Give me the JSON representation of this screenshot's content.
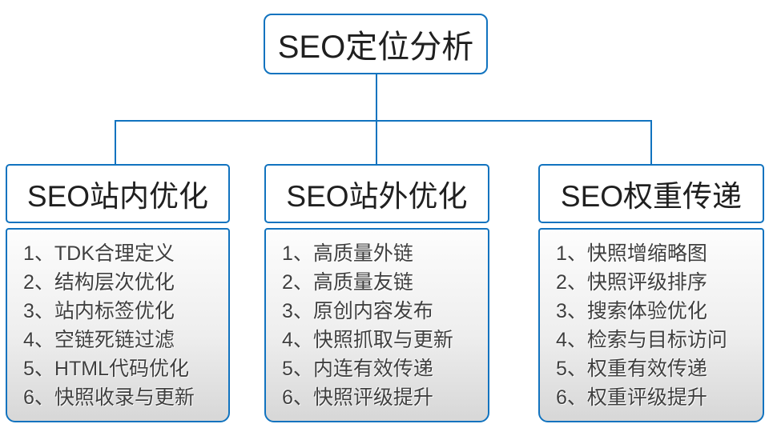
{
  "diagram": {
    "root": {
      "title": "SEO定位分析"
    },
    "columns": [
      {
        "title": "SEO站内优化",
        "items": [
          "1、TDK合理定义",
          "2、结构层次优化",
          "3、站内标签优化",
          "4、空链死链过滤",
          "5、HTML代码优化",
          "6、快照收录与更新"
        ]
      },
      {
        "title": "SEO站外优化",
        "items": [
          "1、高质量外链",
          "2、高质量友链",
          "3、原创内容发布",
          "4、快照抓取与更新",
          "5、内连有效传递",
          "6、快照评级提升"
        ]
      },
      {
        "title": "SEO权重传递",
        "items": [
          "1、快照增缩略图",
          "2、快照评级排序",
          "3、搜索体验优化",
          "4、检索与目标访问",
          "5、权重有效传递",
          "6、权重评级提升"
        ]
      }
    ],
    "colors": {
      "line_and_border": "#1173bf",
      "list_gradient_top": "#fdfdfd",
      "list_gradient_bottom": "#d7d7d7",
      "header_text": "#1f1f1f",
      "item_text": "#3f3f3f"
    }
  }
}
